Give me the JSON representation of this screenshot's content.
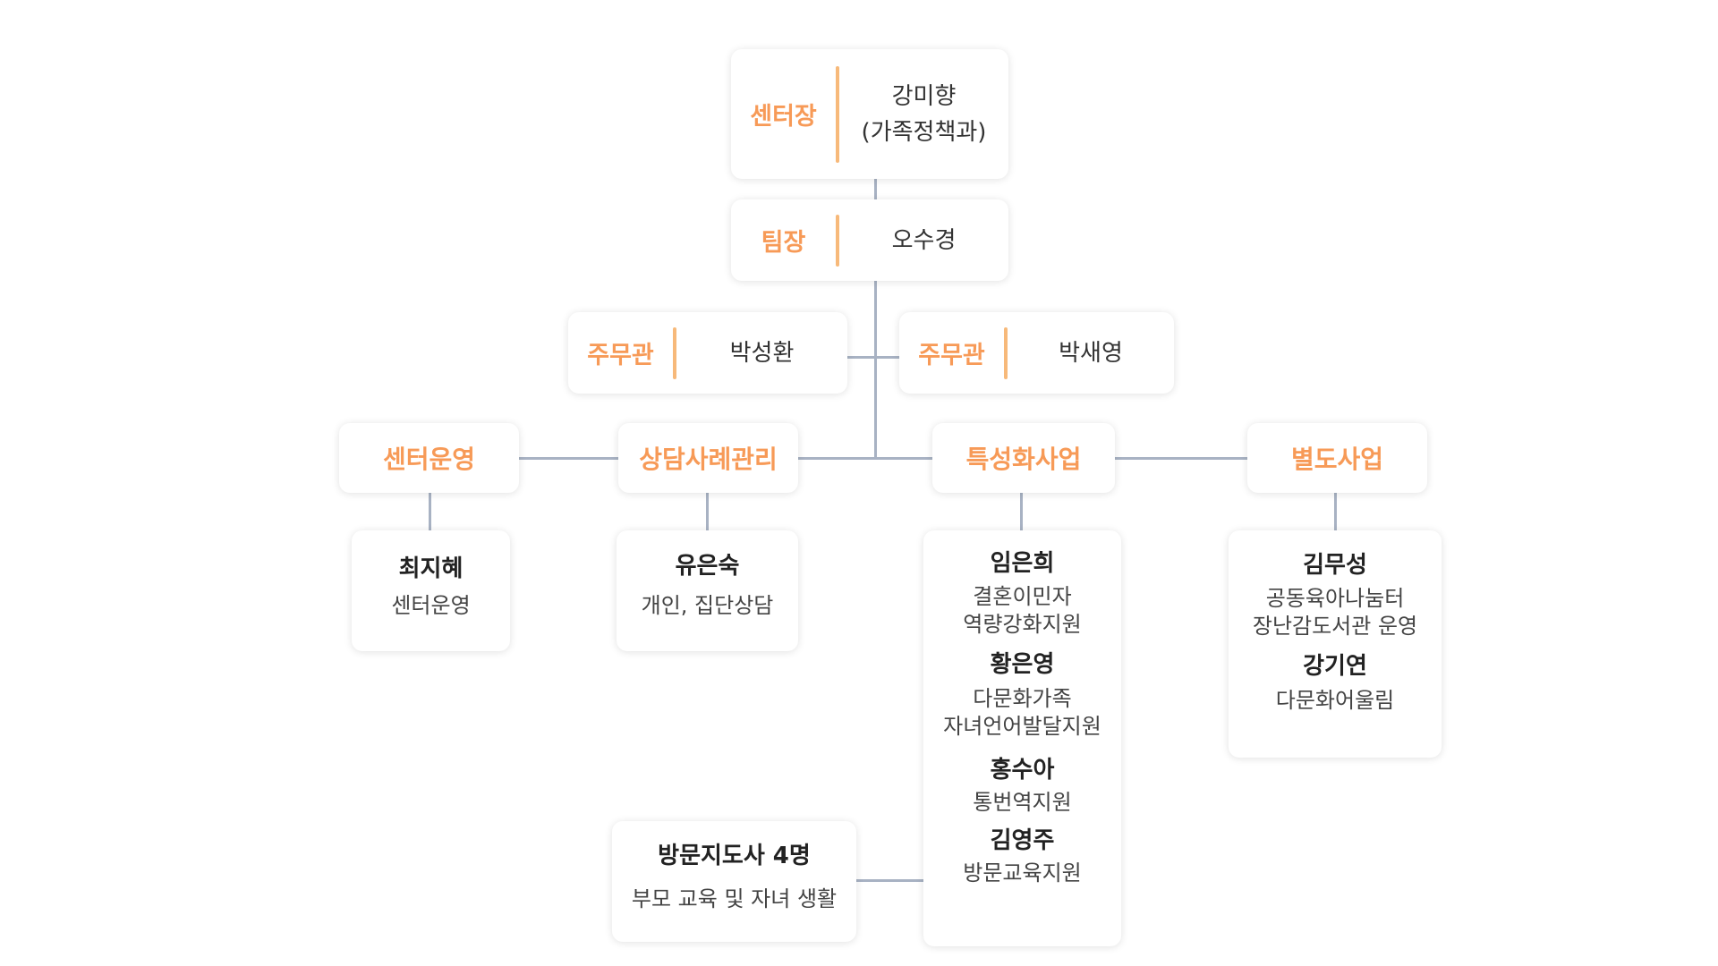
{
  "director": {
    "role": "센터장",
    "name": "강미향",
    "affiliation": "(가족정책과)"
  },
  "team_leader": {
    "role": "팀장",
    "name": "오수경"
  },
  "officers": [
    {
      "role": "주무관",
      "name": "박성환"
    },
    {
      "role": "주무관",
      "name": "박새영"
    }
  ],
  "departments": [
    {
      "name": "센터운영",
      "staff": [
        {
          "name": "최지혜",
          "duty": [
            "센터운영"
          ]
        }
      ]
    },
    {
      "name": "상담사례관리",
      "staff": [
        {
          "name": "유은숙",
          "duty": [
            "개인, 집단상담"
          ]
        }
      ]
    },
    {
      "name": "특성화사업",
      "staff": [
        {
          "name": "임은희",
          "duty": [
            "결혼이민자",
            "역량강화지원"
          ]
        },
        {
          "name": "황은영",
          "duty": [
            "다문화가족",
            "자녀언어발달지원"
          ]
        },
        {
          "name": "홍수아",
          "duty": [
            "통번역지원"
          ]
        },
        {
          "name": "김영주",
          "duty": [
            "방문교육지원"
          ]
        }
      ]
    },
    {
      "name": "별도사업",
      "staff": [
        {
          "name": "김무성",
          "duty": [
            "공동육아나눔터",
            "장난감도서관 운영"
          ]
        },
        {
          "name": "강기연",
          "duty": [
            "다문화어울림"
          ]
        }
      ]
    }
  ],
  "visiting": {
    "title": "방문지도사 4명",
    "duty": "부모 교육 및 자녀 생활"
  },
  "colors": {
    "accent": "#f79a57",
    "separator": "#f7b97a",
    "connector": "#a8b2c3"
  }
}
